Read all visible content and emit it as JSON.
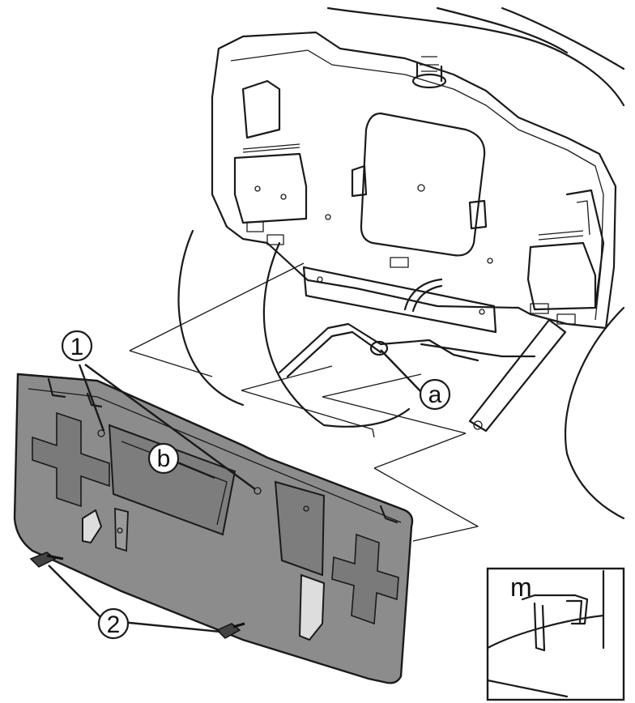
{
  "callouts": {
    "c1": "1",
    "c2": "2",
    "ca": "a",
    "cb": "b"
  },
  "inset": {
    "label": "m"
  },
  "colors": {
    "line": "#1a1a1a",
    "panel_fill": "#8c8c8c",
    "panel_dark": "#6e6e6e",
    "paper": "#ffffff"
  }
}
